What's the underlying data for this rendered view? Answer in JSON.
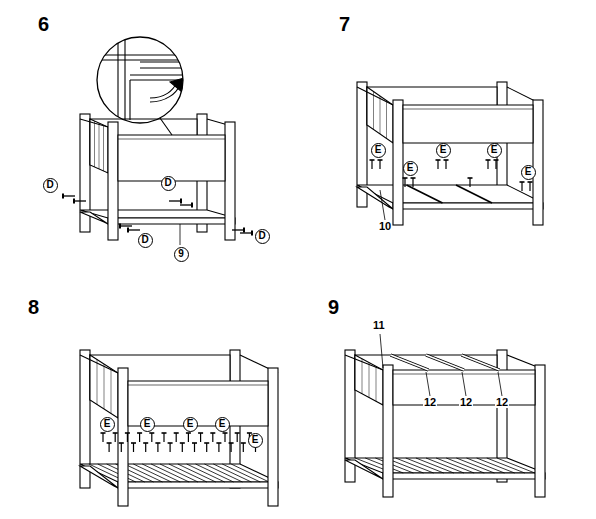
{
  "diagram": {
    "nodes": [
      {
        "text": [
          "D"
        ]
      },
      {
        "text": [
          "D"
        ]
      },
      {
        "text": [
          "D"
        ]
      },
      {
        "text": [
          "D"
        ]
      },
      {
        "text": [
          "9"
        ]
      },
      {
        "text": [
          "E"
        ]
      },
      {
        "text": [
          "E"
        ]
      },
      {
        "text": [
          "E"
        ]
      },
      {
        "text": [
          "E"
        ]
      },
      {
        "text": [
          "E"
        ]
      },
      {
        "text": [
          "E"
        ]
      },
      {
        "text": [
          "E"
        ]
      },
      {
        "text": [
          "E"
        ]
      },
      {
        "text": [
          "E"
        ]
      },
      {
        "text": [
          "E"
        ]
      }
    ],
    "labels": [
      "6",
      "7",
      "8",
      "9",
      "10",
      "11",
      "12",
      "12",
      "12"
    ]
  }
}
